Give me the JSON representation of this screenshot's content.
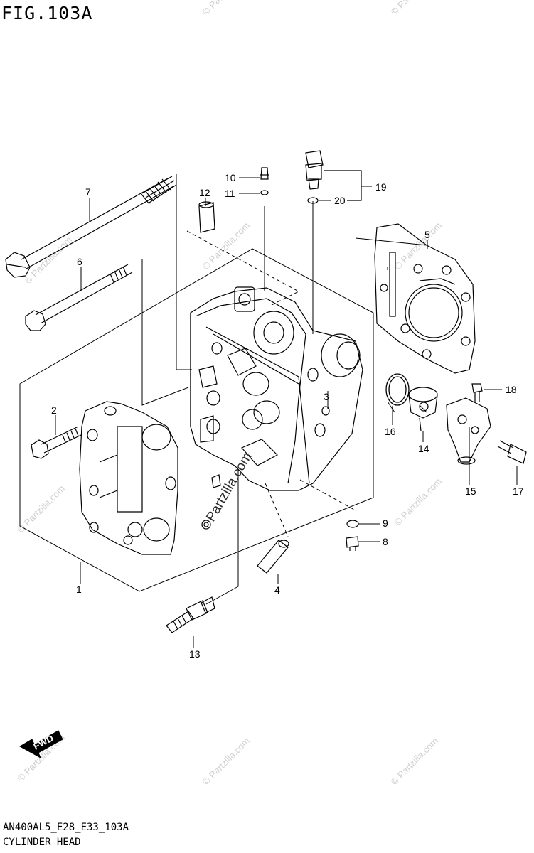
{
  "figure": {
    "title": "FIG.103A",
    "code": "AN400AL5_E28_E33_103A",
    "name": "CYLINDER HEAD"
  },
  "watermark": {
    "text": "© Partzilla.com",
    "large_text": "Partzilla.com"
  },
  "direction_marker": {
    "label": "FWD",
    "icon": "forward-arrow-icon"
  },
  "callouts": [
    "1",
    "2",
    "3",
    "4",
    "5",
    "6",
    "7",
    "8",
    "9",
    "10",
    "11",
    "12",
    "13",
    "14",
    "15",
    "16",
    "17",
    "18",
    "19",
    "20"
  ]
}
